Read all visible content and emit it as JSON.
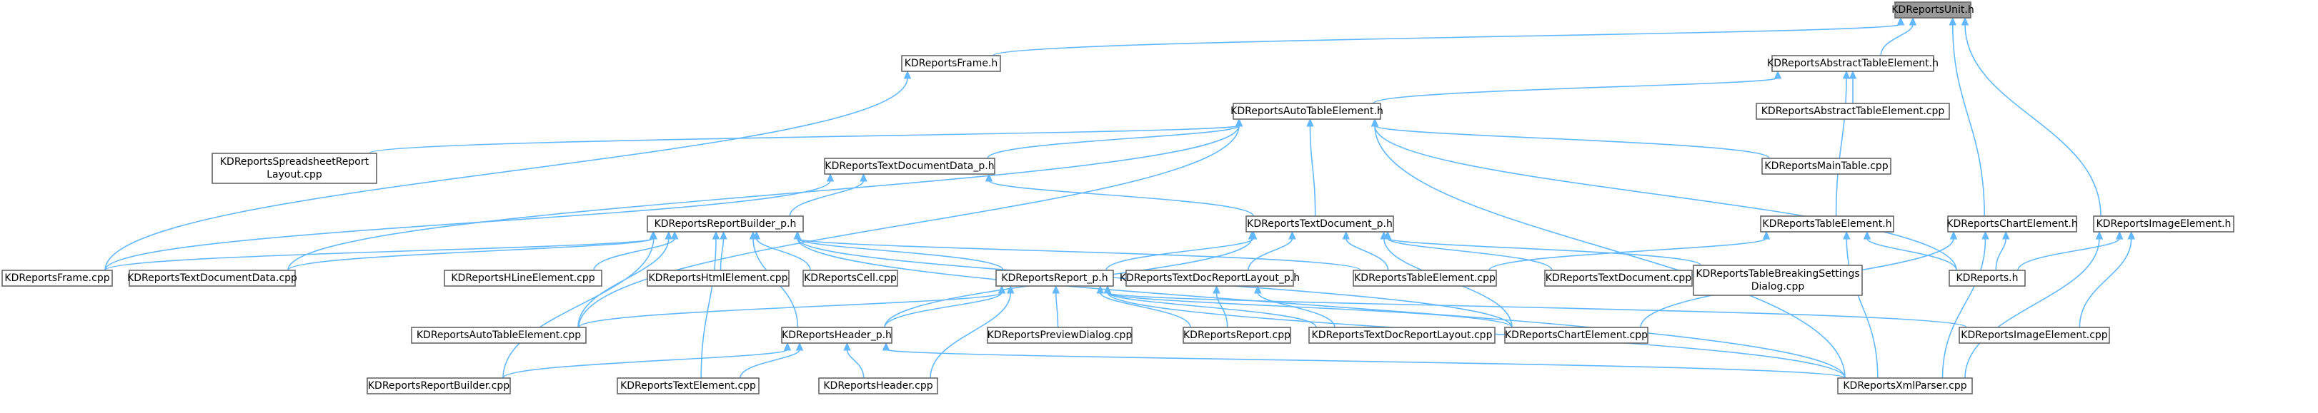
{
  "graph": {
    "colors": {
      "edge": "#63b8ff",
      "node_border": "#666666",
      "root_fill": "#999999",
      "node_fill": "#ffffff"
    },
    "nodes": [
      {
        "id": "unit",
        "lines": [
          "KDReportsUnit.h"
        ],
        "root": true
      },
      {
        "id": "frameh",
        "lines": [
          "KDReportsFrame.h"
        ]
      },
      {
        "id": "abstable",
        "lines": [
          "KDReportsAbstractTableElement.h"
        ]
      },
      {
        "id": "autotable",
        "lines": [
          "KDReportsAutoTableElement.h"
        ]
      },
      {
        "id": "abstablecpp",
        "lines": [
          "KDReportsAbstractTableElement.cpp"
        ]
      },
      {
        "id": "spreadsheet",
        "lines": [
          "KDReportsSpreadsheetReport",
          "Layout.cpp"
        ]
      },
      {
        "id": "textdocdata",
        "lines": [
          "KDReportsTextDocumentData_p.h"
        ]
      },
      {
        "id": "maintable",
        "lines": [
          "KDReportsMainTable.cpp"
        ]
      },
      {
        "id": "builder",
        "lines": [
          "KDReportsReportBuilder_p.h"
        ]
      },
      {
        "id": "textdoc",
        "lines": [
          "KDReportsTextDocument_p.h"
        ]
      },
      {
        "id": "tableel",
        "lines": [
          "KDReportsTableElement.h"
        ]
      },
      {
        "id": "chartel",
        "lines": [
          "KDReportsChartElement.h"
        ]
      },
      {
        "id": "imageel",
        "lines": [
          "KDReportsImageElement.h"
        ]
      },
      {
        "id": "framecpp",
        "lines": [
          "KDReportsFrame.cpp"
        ]
      },
      {
        "id": "textdocdatacpp",
        "lines": [
          "KDReportsTextDocumentData.cpp"
        ]
      },
      {
        "id": "hline",
        "lines": [
          "KDReportsHLineElement.cpp"
        ]
      },
      {
        "id": "html",
        "lines": [
          "KDReportsHtmlElement.cpp"
        ]
      },
      {
        "id": "cell",
        "lines": [
          "KDReportsCell.cpp"
        ]
      },
      {
        "id": "reportp",
        "lines": [
          "KDReportsReport_p.h"
        ]
      },
      {
        "id": "textdoclayouth",
        "lines": [
          "KDReportsTextDocReportLayout_p.h"
        ]
      },
      {
        "id": "tableelcpp",
        "lines": [
          "KDReportsTableElement.cpp"
        ]
      },
      {
        "id": "textdoccpp",
        "lines": [
          "KDReportsTextDocument.cpp"
        ]
      },
      {
        "id": "breaking",
        "lines": [
          "KDReportsTableBreakingSettings",
          "Dialog.cpp"
        ]
      },
      {
        "id": "kdreportsh",
        "lines": [
          "KDReports.h"
        ]
      },
      {
        "id": "autotablecpp",
        "lines": [
          "KDReportsAutoTableElement.cpp"
        ]
      },
      {
        "id": "headerp",
        "lines": [
          "KDReportsHeader_p.h"
        ]
      },
      {
        "id": "preview",
        "lines": [
          "KDReportsPreviewDialog.cpp"
        ]
      },
      {
        "id": "reportcpp",
        "lines": [
          "KDReportsReport.cpp"
        ]
      },
      {
        "id": "textdoclayoutcpp",
        "lines": [
          "KDReportsTextDocReportLayout.cpp"
        ]
      },
      {
        "id": "chartelcpp",
        "lines": [
          "KDReportsChartElement.cpp"
        ]
      },
      {
        "id": "imageelcpp",
        "lines": [
          "KDReportsImageElement.cpp"
        ]
      },
      {
        "id": "buildercpp",
        "lines": [
          "KDReportsReportBuilder.cpp"
        ]
      },
      {
        "id": "textelcpp",
        "lines": [
          "KDReportsTextElement.cpp"
        ]
      },
      {
        "id": "headercpp",
        "lines": [
          "KDReportsHeader.cpp"
        ]
      },
      {
        "id": "xmlparser",
        "lines": [
          "KDReportsXmlParser.cpp"
        ]
      }
    ],
    "edges": [
      [
        "frameh",
        "unit"
      ],
      [
        "abstable",
        "unit"
      ],
      [
        "chartel",
        "unit"
      ],
      [
        "imageel",
        "unit"
      ],
      [
        "framecpp",
        "frameh"
      ],
      [
        "autotable",
        "abstable"
      ],
      [
        "abstablecpp",
        "abstable"
      ],
      [
        "tableel",
        "abstable"
      ],
      [
        "spreadsheet",
        "autotable"
      ],
      [
        "textdocdata",
        "autotable"
      ],
      [
        "maintable",
        "autotable"
      ],
      [
        "textdoc",
        "autotable"
      ],
      [
        "textdocdatacpp",
        "autotable"
      ],
      [
        "autotablecpp",
        "autotable"
      ],
      [
        "kdreportsh",
        "autotable"
      ],
      [
        "xmlparser",
        "autotable"
      ],
      [
        "builder",
        "textdocdata"
      ],
      [
        "textdoc",
        "textdocdata"
      ],
      [
        "framecpp",
        "textdocdata"
      ],
      [
        "framecpp",
        "builder"
      ],
      [
        "textdocdatacpp",
        "builder"
      ],
      [
        "hline",
        "builder"
      ],
      [
        "html",
        "builder"
      ],
      [
        "cell",
        "builder"
      ],
      [
        "reportp",
        "builder"
      ],
      [
        "tableelcpp",
        "builder"
      ],
      [
        "autotablecpp",
        "builder"
      ],
      [
        "headerp",
        "builder"
      ],
      [
        "chartelcpp",
        "builder"
      ],
      [
        "buildercpp",
        "builder"
      ],
      [
        "textelcpp",
        "builder"
      ],
      [
        "xmlparser",
        "builder"
      ],
      [
        "reportp",
        "textdoc"
      ],
      [
        "textdoclayouth",
        "textdoc"
      ],
      [
        "tableelcpp",
        "textdoc"
      ],
      [
        "textdoccpp",
        "textdoc"
      ],
      [
        "breaking",
        "textdoc"
      ],
      [
        "chartelcpp",
        "textdoc"
      ],
      [
        "headerp",
        "textdoc"
      ],
      [
        "tableelcpp",
        "tableel"
      ],
      [
        "kdreportsh",
        "tableel"
      ],
      [
        "xmlparser",
        "tableel"
      ],
      [
        "kdreportsh",
        "chartel"
      ],
      [
        "chartelcpp",
        "chartel"
      ],
      [
        "xmlparser",
        "chartel"
      ],
      [
        "kdreportsh",
        "imageel"
      ],
      [
        "imageelcpp",
        "imageel"
      ],
      [
        "xmlparser",
        "imageel"
      ],
      [
        "autotablecpp",
        "reportp"
      ],
      [
        "headerp",
        "reportp"
      ],
      [
        "preview",
        "reportp"
      ],
      [
        "reportcpp",
        "reportp"
      ],
      [
        "textdoclayoutcpp",
        "reportp"
      ],
      [
        "chartelcpp",
        "reportp"
      ],
      [
        "imageelcpp",
        "reportp"
      ],
      [
        "headercpp",
        "reportp"
      ],
      [
        "xmlparser",
        "reportp"
      ],
      [
        "reportcpp",
        "textdoclayouth"
      ],
      [
        "textdoclayoutcpp",
        "textdoclayouth"
      ],
      [
        "buildercpp",
        "headerp"
      ],
      [
        "textelcpp",
        "headerp"
      ],
      [
        "headercpp",
        "headerp"
      ],
      [
        "xmlparser",
        "headerp"
      ]
    ]
  }
}
